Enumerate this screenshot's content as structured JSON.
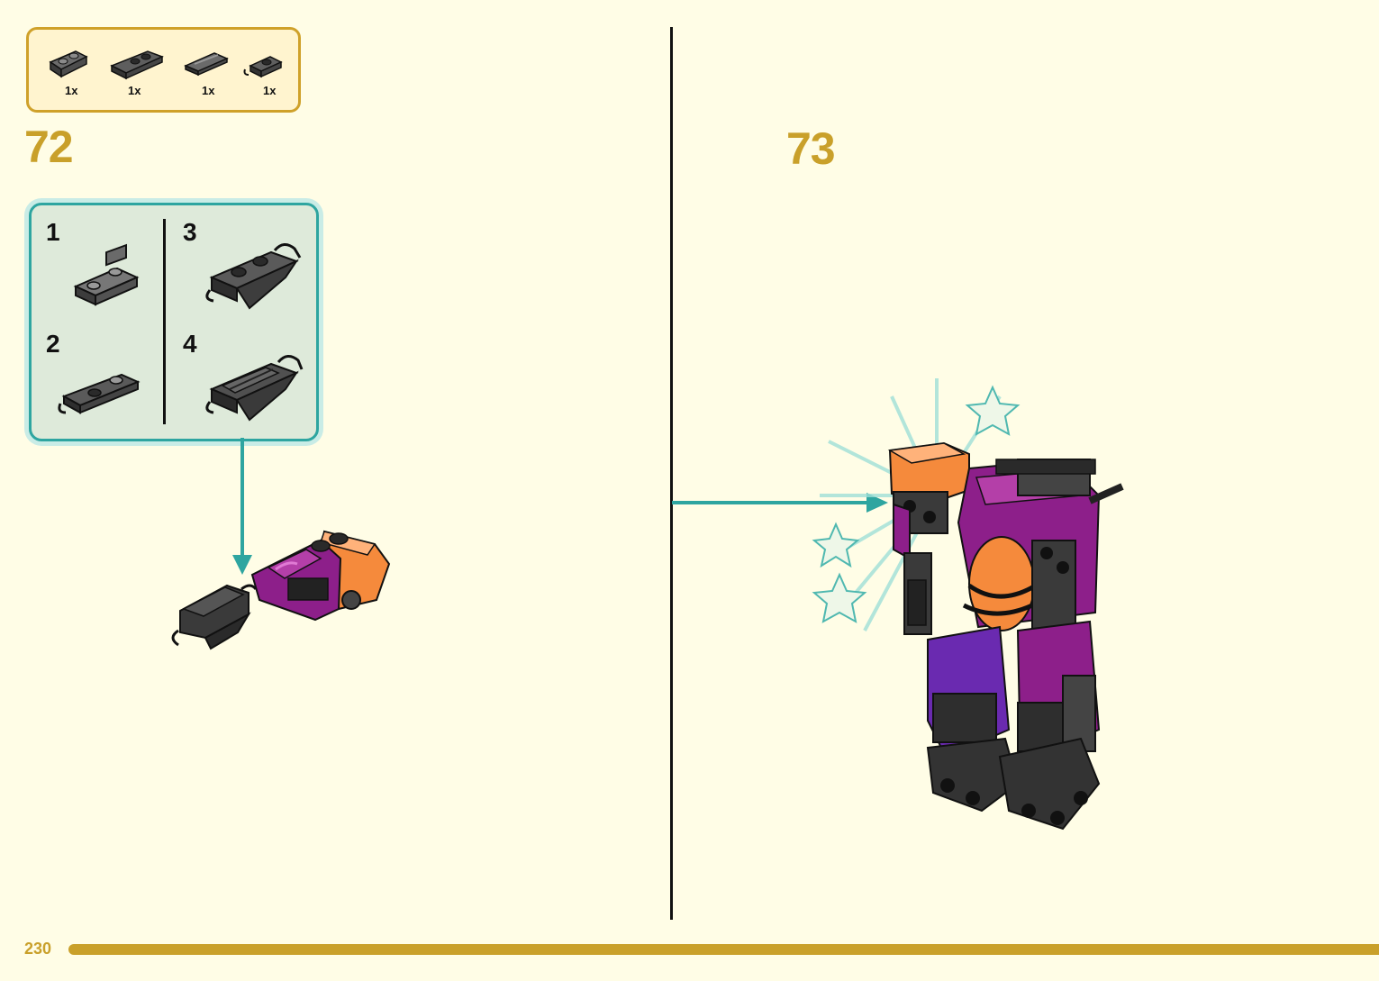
{
  "parts_list": {
    "items": [
      {
        "qty": "1x",
        "icon": "plate-1x2-with-studs-icon"
      },
      {
        "qty": "1x",
        "icon": "plate-with-clip-icon"
      },
      {
        "qty": "1x",
        "icon": "sloped-tile-icon"
      },
      {
        "qty": "1x",
        "icon": "clip-plate-icon"
      }
    ]
  },
  "step_72": {
    "number": "72",
    "substeps": [
      {
        "label": "1"
      },
      {
        "label": "2"
      },
      {
        "label": "3"
      },
      {
        "label": "4"
      }
    ]
  },
  "step_73": {
    "number": "73"
  },
  "footer": {
    "page_number": "230"
  },
  "colors": {
    "accent_gold": "#c9a02a",
    "callout_teal": "#2ea5a0",
    "background": "#fffde6"
  }
}
